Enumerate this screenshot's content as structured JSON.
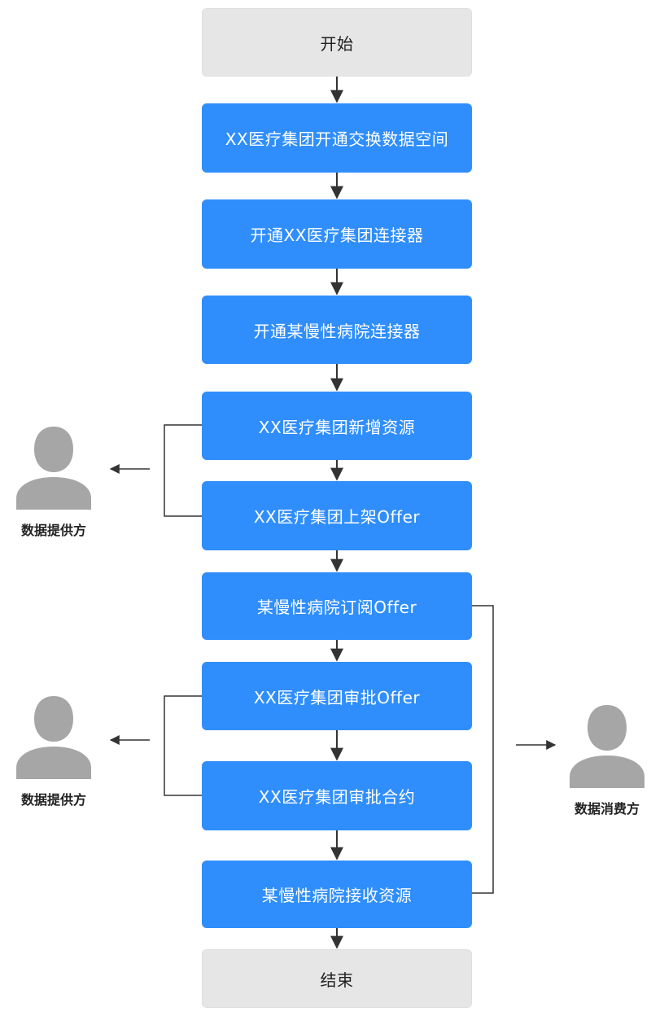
{
  "flowchart": {
    "start": "开始",
    "steps": [
      "XX医疗集团开通交换数据空间",
      "开通XX医疗集团连接器",
      "开通某慢性病院连接器",
      "XX医疗集团新增资源",
      "XX医疗集团上架Offer",
      "某慢性病院订阅Offer",
      "XX医疗集团审批Offer",
      "XX医疗集团审批合约",
      "某慢性病院接收资源"
    ],
    "end": "结束"
  },
  "actors": {
    "provider_top": "数据提供方",
    "provider_bottom": "数据提供方",
    "consumer": "数据消费方"
  },
  "colors": {
    "step_fill": "#2f8efc",
    "terminal_fill": "#e6e6e6",
    "actor_fill": "#a6a6a6",
    "line": "#333333"
  }
}
